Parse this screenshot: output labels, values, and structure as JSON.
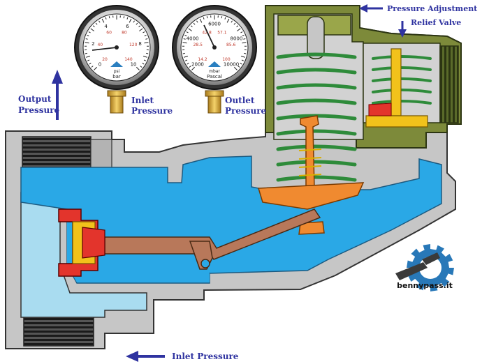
{
  "labels": {
    "output_pressure": [
      "Output",
      "Pressure"
    ],
    "inlet_gauge": [
      "Inlet",
      "Pressure"
    ],
    "outlet_gauge": [
      "Outlet",
      "Pressure"
    ],
    "pressure_adjustment": "Pressure Adjustment",
    "relief_valve": "Relief Valve",
    "inlet_pressure": "Inlet Pressure"
  },
  "gauges": {
    "inlet": {
      "outer_ticks": [
        "0",
        "2",
        "4",
        "6",
        "8",
        "10"
      ],
      "inner_ticks": [
        "20",
        "40",
        "60",
        "80",
        "120",
        "140"
      ],
      "unit_top": "psi",
      "unit_bottom": "bar"
    },
    "outlet": {
      "outer_ticks": [
        "2000",
        "4000",
        "6000",
        "8000",
        "10000"
      ],
      "inner_ticks": [
        "14.2",
        "28.5",
        "42.8",
        "57.1",
        "85.6",
        "100"
      ],
      "unit_top": "mbar",
      "unit_bottom": "Pascal"
    }
  },
  "brand": {
    "name": "bennypass.it"
  },
  "colors": {
    "fluid": "#2aa8e6",
    "fluid_light": "#a9dcf0",
    "body": "#c6c6c6",
    "bonnet": "#7d8a3a",
    "spring": "#2e8b3a",
    "stem": "#f08a30",
    "lever": "#b8785a",
    "valve_seat": "#e3342c",
    "relief_yellow": "#f2c21b",
    "arrow": "#2f33a0",
    "gear": "#2878b8"
  }
}
